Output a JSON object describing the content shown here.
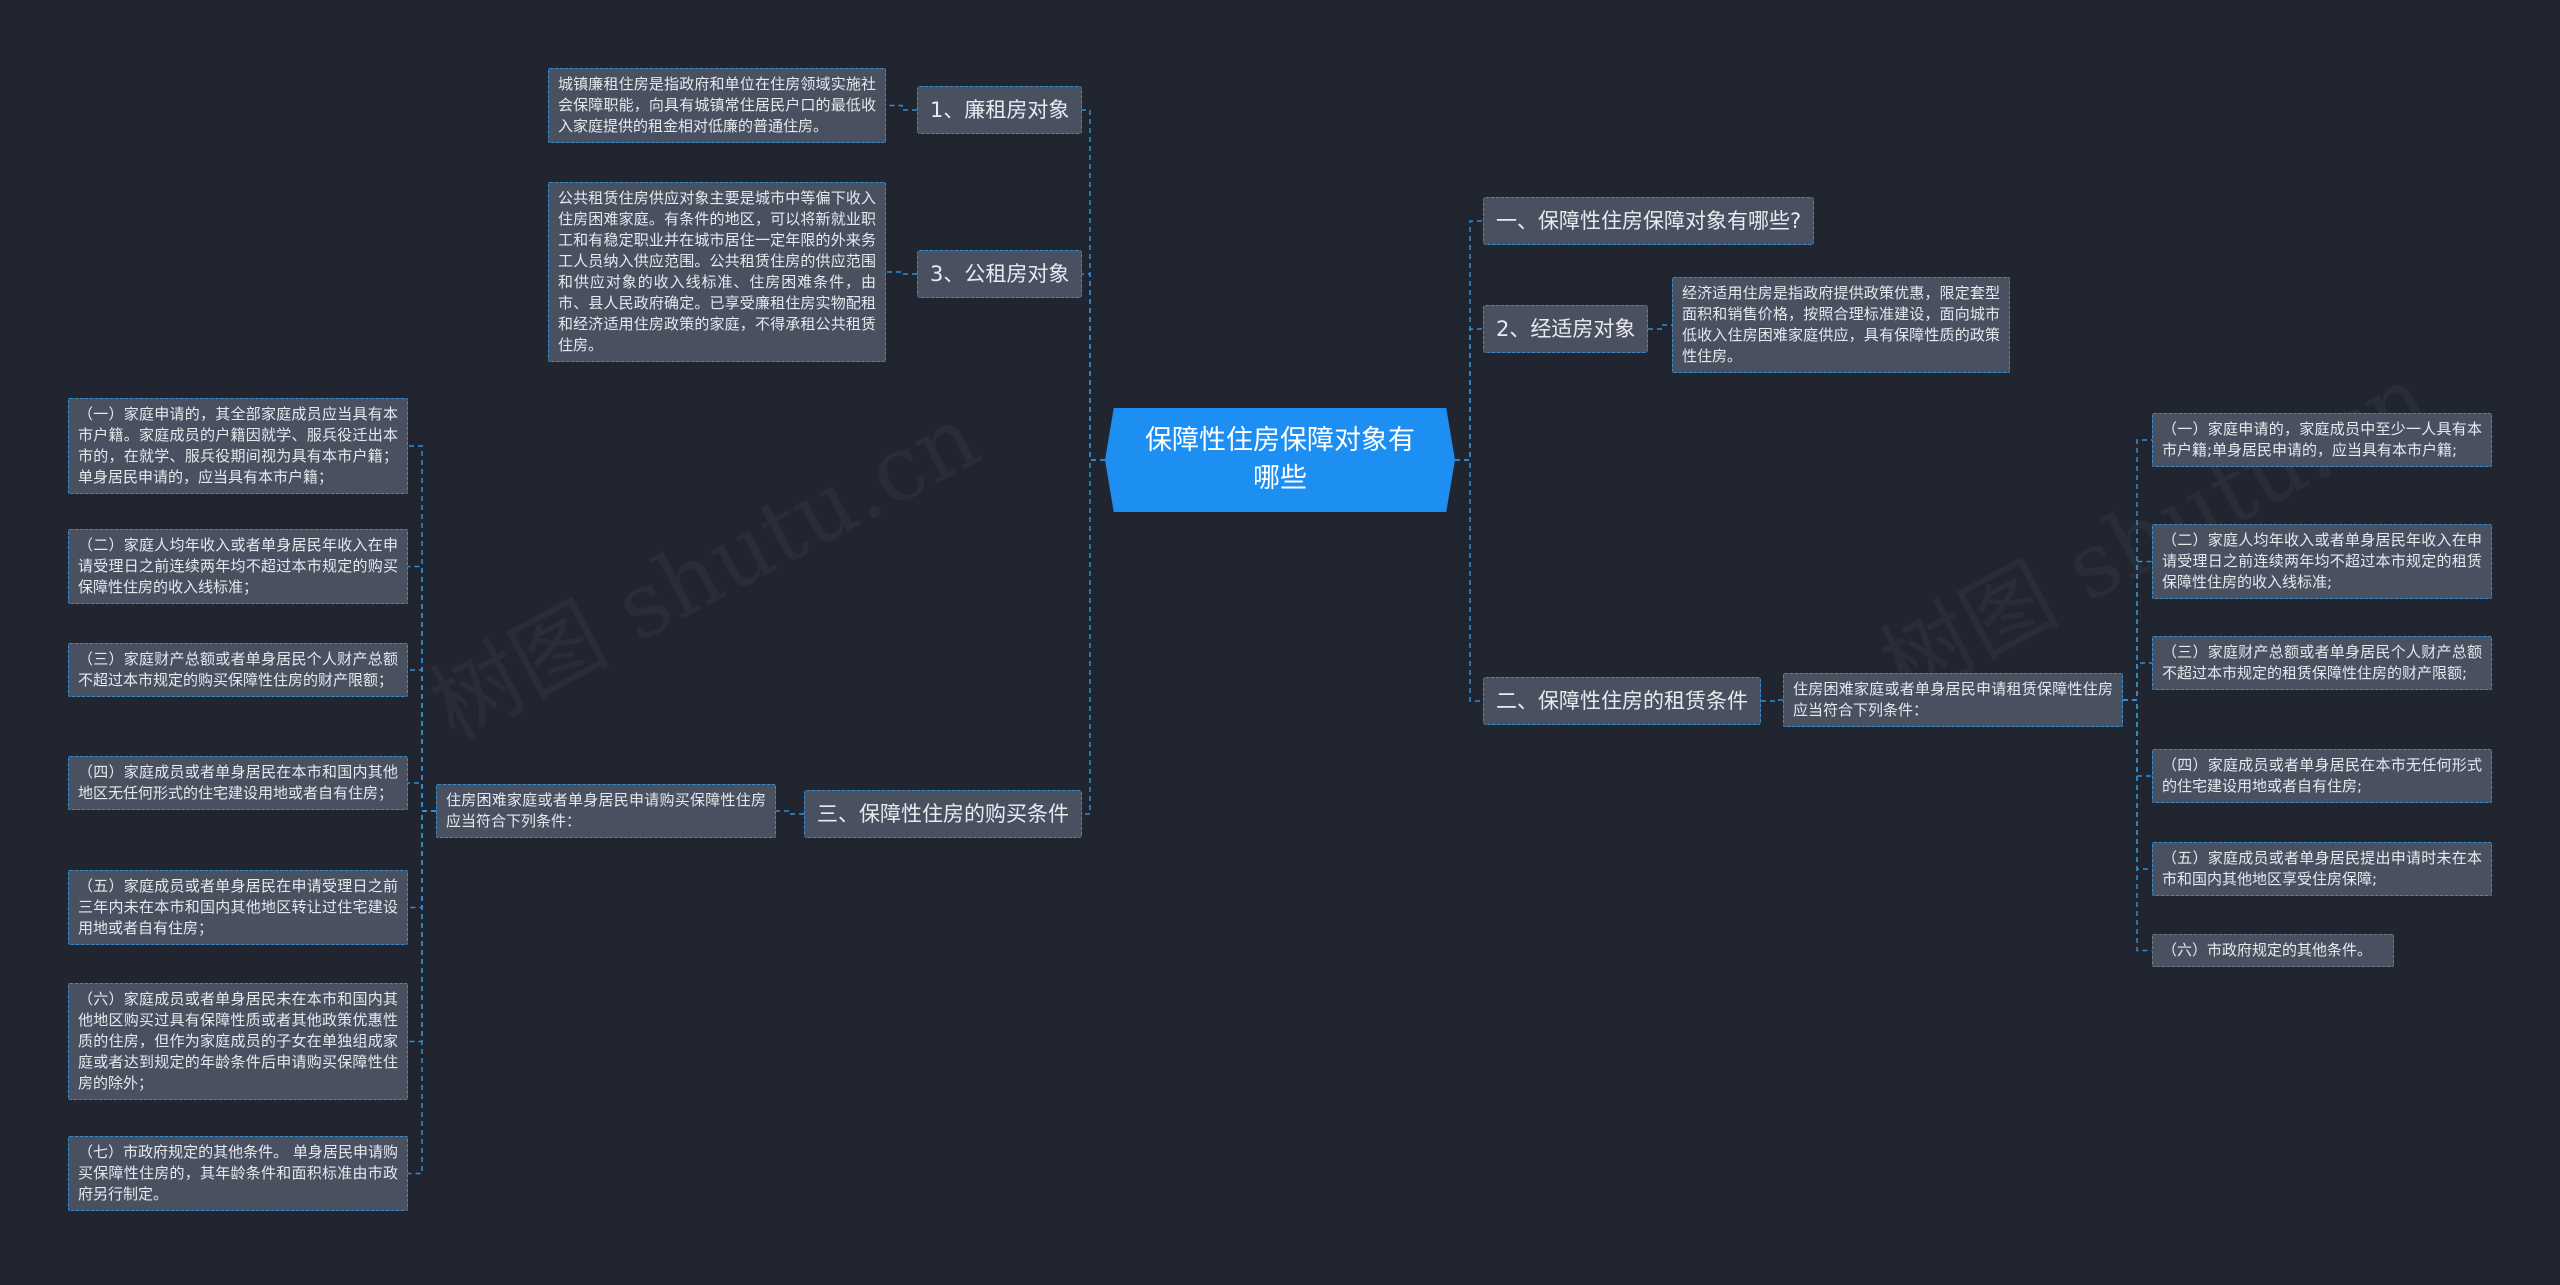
{
  "root": {
    "title": "保障性住房保障对象有哪些"
  },
  "left": {
    "lianzu": {
      "label": "1、廉租房对象",
      "desc": "城镇廉租住房是指政府和单位在住房领域实施社会保障职能，向具有城镇常住居民户口的最低收入家庭提供的租金相对低廉的普通住房。"
    },
    "gongzu": {
      "label": "3、公租房对象",
      "desc": "公共租赁住房供应对象主要是城市中等偏下收入住房困难家庭。有条件的地区，可以将新就业职工和有稳定职业并在城市居住一定年限的外来务工人员纳入供应范围。公共租赁住房的供应范围和供应对象的收入线标准、住房困难条件，由市、县人民政府确定。已享受廉租住房实物配租和经济适用住房政策的家庭，不得承租公共租赁住房。"
    },
    "purchase": {
      "label": "三、保障性住房的购买条件",
      "intro": "住房困难家庭或者单身居民申请购买保障性住房应当符合下列条件：",
      "items": [
        "（一）家庭申请的，其全部家庭成员应当具有本市户籍。家庭成员的户籍因就学、服兵役迁出本市的，在就学、服兵役期间视为具有本市户籍；单身居民申请的，应当具有本市户籍；",
        "（二）家庭人均年收入或者单身居民年收入在申请受理日之前连续两年均不超过本市规定的购买保障性住房的收入线标准；",
        "（三）家庭财产总额或者单身居民个人财产总额不超过本市规定的购买保障性住房的财产限额；",
        "（四）家庭成员或者单身居民在本市和国内其他地区无任何形式的住宅建设用地或者自有住房；",
        "（五）家庭成员或者单身居民在申请受理日之前三年内未在本市和国内其他地区转让过住宅建设用地或者自有住房；",
        "（六）家庭成员或者单身居民未在本市和国内其他地区购买过具有保障性质或者其他政策优惠性质的住房，但作为家庭成员的子女在单独组成家庭或者达到规定的年龄条件后申请购买保障性住房的除外；",
        "（七）市政府规定的其他条件。 单身居民申请购买保障性住房的，其年龄条件和面积标准由市政府另行制定。"
      ]
    }
  },
  "right": {
    "q1": {
      "label": "一、保障性住房保障对象有哪些?"
    },
    "jingshi": {
      "label": "2、经适房对象",
      "desc": "经济适用住房是指政府提供政策优惠，限定套型面积和销售价格，按照合理标准建设，面向城市低收入住房困难家庭供应，具有保障性质的政策性住房。"
    },
    "rent": {
      "label": "二、保障性住房的租赁条件",
      "intro": "住房困难家庭或者单身居民申请租赁保障性住房应当符合下列条件：",
      "items": [
        "（一）家庭申请的，家庭成员中至少一人具有本市户籍;单身居民申请的，应当具有本市户籍;",
        "（二）家庭人均年收入或者单身居民年收入在申请受理日之前连续两年均不超过本市规定的租赁保障性住房的收入线标准;",
        "（三）家庭财产总额或者单身居民个人财产总额不超过本市规定的租赁保障性住房的财产限额;",
        "（四）家庭成员或者单身居民在本市无任何形式的住宅建设用地或者自有住房;",
        "（五）家庭成员或者单身居民提出申请时未在本市和国内其他地区享受住房保障;",
        "（六）市政府规定的其他条件。"
      ]
    }
  },
  "colors": {
    "background": "#21252f",
    "root": "#1d8ff2",
    "node": "#495161",
    "link": "#2f8ed8"
  }
}
